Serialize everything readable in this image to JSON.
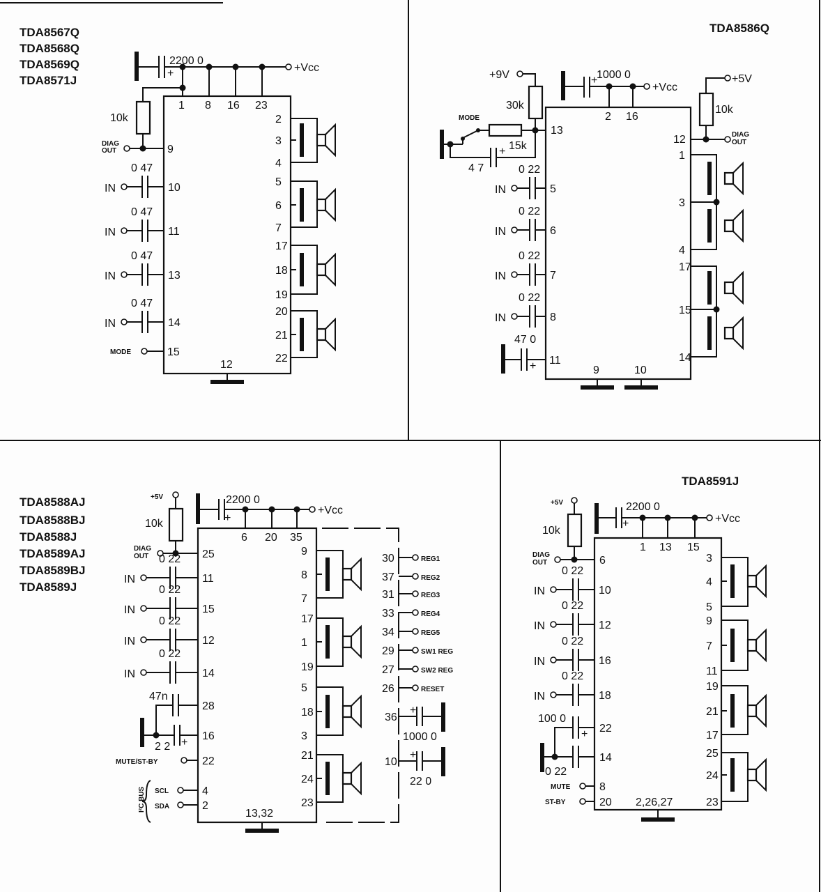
{
  "diagram_a": {
    "parts": [
      "TDA8567Q",
      "TDA8568Q",
      "TDA8569Q",
      "TDA8571J"
    ],
    "vcc": "+Vcc",
    "supply_cap": "2200 0",
    "resistor": "10k",
    "diag": [
      "DIAG",
      "OUT"
    ],
    "in_label": "IN",
    "in_caps": [
      "0 47",
      "0 47",
      "0 47",
      "0 47"
    ],
    "in_pins": [
      "10",
      "11",
      "13",
      "14"
    ],
    "top_pins": [
      "1",
      "8",
      "16",
      "23"
    ],
    "diag_pin": "9",
    "mode_label": "MODE",
    "mode_pin": "15",
    "gnd_pin": "12",
    "spk_pins": [
      [
        "2",
        "3",
        "4"
      ],
      [
        "5",
        "6",
        "7"
      ],
      [
        "17",
        "18",
        "19"
      ],
      [
        "20",
        "21",
        "22"
      ]
    ]
  },
  "diagram_b": {
    "part": "TDA8586Q",
    "vcc": "+Vcc",
    "supply_cap": "1000 0",
    "plus9": "+9V",
    "plus5": "+5V",
    "res_30k": "30k",
    "res_15k": "15k",
    "res_10k": "10k",
    "mode_label": "MODE",
    "mode_cap": "4 7",
    "mode_pin": "13",
    "diag": [
      "DIAG",
      "OUT"
    ],
    "diag_pin": "12",
    "top_pins": [
      "2",
      "16"
    ],
    "in_label": "IN",
    "in_caps": [
      "0 22",
      "0 22",
      "0 22",
      "0 22"
    ],
    "in_pins": [
      "5",
      "6",
      "7",
      "8"
    ],
    "cap_11": "47 0",
    "pin_11": "11",
    "gnd_pins": [
      "9",
      "10"
    ],
    "spk_pins": [
      "1",
      "3",
      "4",
      "17",
      "15",
      "14"
    ]
  },
  "diagram_c": {
    "parts": [
      "TDA8588AJ",
      "TDA8588BJ",
      "TDA8588J",
      "TDA8589AJ",
      "TDA8589BJ",
      "TDA8589J"
    ],
    "vcc": "+Vcc",
    "plus5": "+5V",
    "supply_cap": "2200 0",
    "resistor": "10k",
    "diag": [
      "DIAG",
      "OUT"
    ],
    "diag_pin": "25",
    "top_pins": [
      "6",
      "20",
      "35"
    ],
    "in_label": "IN",
    "in_caps": [
      "0 22",
      "0 22",
      "0 22",
      "0 22"
    ],
    "in_pins": [
      "11",
      "15",
      "12",
      "14"
    ],
    "cap_47n": "47n",
    "pin_28": "28",
    "cap_22": "2 2",
    "pin_16": "16",
    "mute": "MUTE/ST-BY",
    "mute_pin": "22",
    "bus": "I²C BUS",
    "scl": "SCL",
    "scl_pin": "4",
    "sda": "SDA",
    "sda_pin": "2",
    "gnd_pin": "13,32",
    "spk_pins": [
      [
        "9",
        "8",
        "7"
      ],
      [
        "17",
        "1",
        "19"
      ],
      [
        "5",
        "18",
        "3"
      ],
      [
        "21",
        "24",
        "23"
      ]
    ],
    "reg_pins": [
      "30",
      "37",
      "31",
      "33",
      "34",
      "29",
      "27",
      "26"
    ],
    "reg_labels": [
      "REG1",
      "REG2",
      "REG3",
      "REG4",
      "REG5",
      "SW1 REG",
      "SW2 REG",
      "RESET"
    ],
    "pin_36": "36",
    "cap_36": "1000 0",
    "pin_10": "10",
    "cap_10": "22 0"
  },
  "diagram_d": {
    "part": "TDA8591J",
    "vcc": "+Vcc",
    "plus5": "+5V",
    "supply_cap": "2200 0",
    "resistor": "10k",
    "diag": [
      "DIAG",
      "OUT"
    ],
    "diag_pin": "6",
    "top_pins": [
      "1",
      "13",
      "15"
    ],
    "in_label": "IN",
    "in_caps": [
      "0 22",
      "0 22",
      "0 22",
      "0 22"
    ],
    "in_pins": [
      "10",
      "12",
      "16",
      "18"
    ],
    "cap_100": "100 0",
    "pin_22": "22",
    "cap_022": "0 22",
    "pin_14": "14",
    "mute": "MUTE",
    "mute_pin": "8",
    "stby": "ST-BY",
    "stby_pin": "20",
    "gnd_pin": "2,26,27",
    "spk_pins": [
      [
        "3",
        "4",
        "5"
      ],
      [
        "9",
        "7",
        "11"
      ],
      [
        "19",
        "21",
        "17"
      ],
      [
        "25",
        "24",
        "23"
      ]
    ]
  }
}
